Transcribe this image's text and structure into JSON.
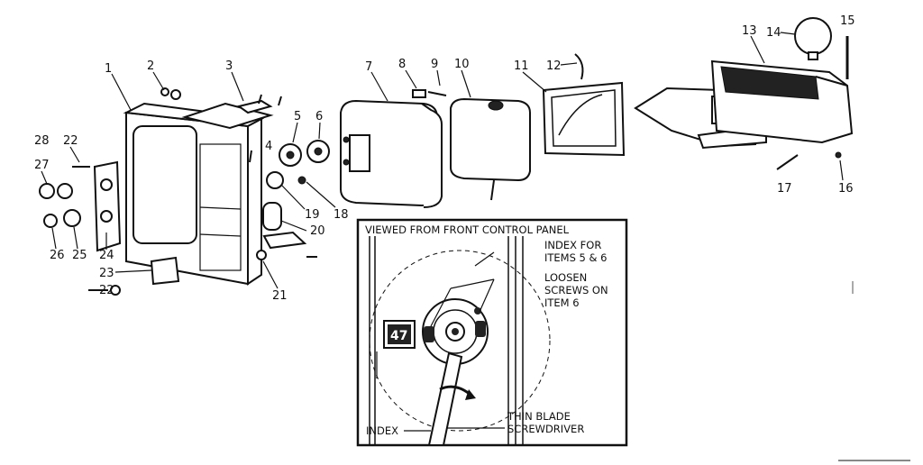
{
  "callouts": {
    "n1": "1",
    "n2": "2",
    "n3": "3",
    "n4": "4",
    "n5": "5",
    "n6": "6",
    "n7": "7",
    "n8": "8",
    "n9": "9",
    "n10": "10",
    "n11": "11",
    "n12": "12",
    "n13": "13",
    "n14": "14",
    "n15": "15",
    "n16": "16",
    "n17": "17",
    "n18": "18",
    "n19": "19",
    "n20": "20",
    "n21": "21",
    "n22a": "22",
    "n22b": "22",
    "n23": "23",
    "n24": "24",
    "n25": "25",
    "n26": "26",
    "n27": "27",
    "n28": "28"
  },
  "inset": {
    "title": "VIEWED FROM FRONT CONTROL PANEL",
    "index_for_l1": "INDEX FOR",
    "index_for_l2": "ITEMS 5 & 6",
    "loosen_l1": "LOOSEN",
    "loosen_l2": "SCREWS ON",
    "loosen_l3": "ITEM 6",
    "channel": "47",
    "index": "INDEX",
    "thin_l1": "THIN BLADE",
    "thin_l2": "SCREWDRIVER"
  }
}
